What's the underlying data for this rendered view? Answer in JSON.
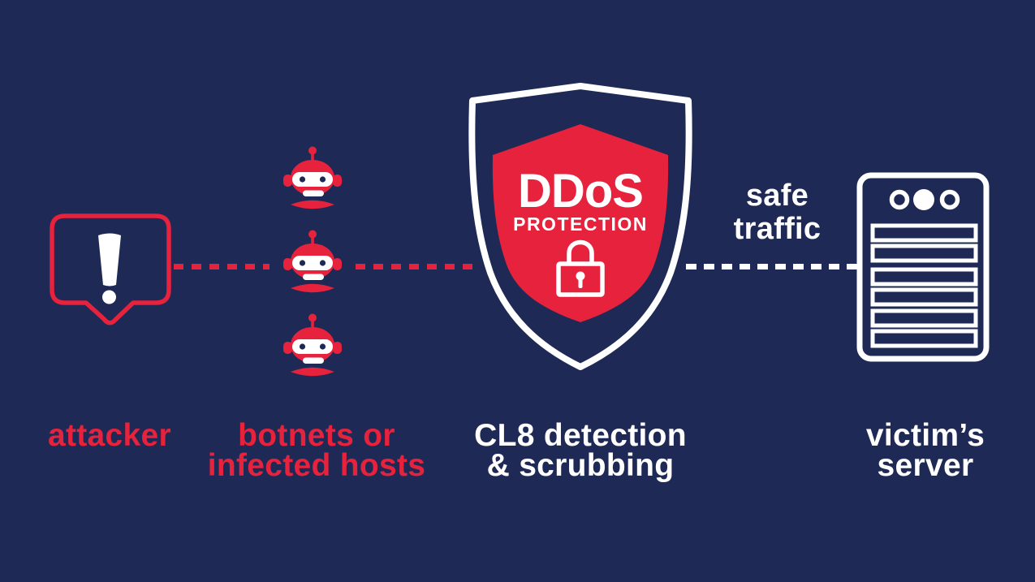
{
  "palette": {
    "background": "#1e2a55",
    "accent_red": "#e6223d",
    "white": "#ffffff"
  },
  "nodes": {
    "attacker": {
      "icon": "warning-speech-bubble-icon",
      "label": "attacker"
    },
    "botnets": {
      "icon": "robot-icon",
      "robot_count": 3,
      "label": [
        "botnets or",
        "infected hosts"
      ]
    },
    "protection": {
      "icon": "shield-lock-icon",
      "shield_title": "DDoS",
      "shield_subtitle": "PROTECTION",
      "label": [
        "CL8 detection",
        "& scrubbing"
      ]
    },
    "victim": {
      "icon": "server-icon",
      "label": [
        "victim’s",
        "server"
      ]
    }
  },
  "flows": {
    "attack_traffic": {
      "style": "dashed-red"
    },
    "safe_traffic": {
      "style": "dashed-white",
      "label": [
        "safe",
        "traffic"
      ]
    }
  }
}
